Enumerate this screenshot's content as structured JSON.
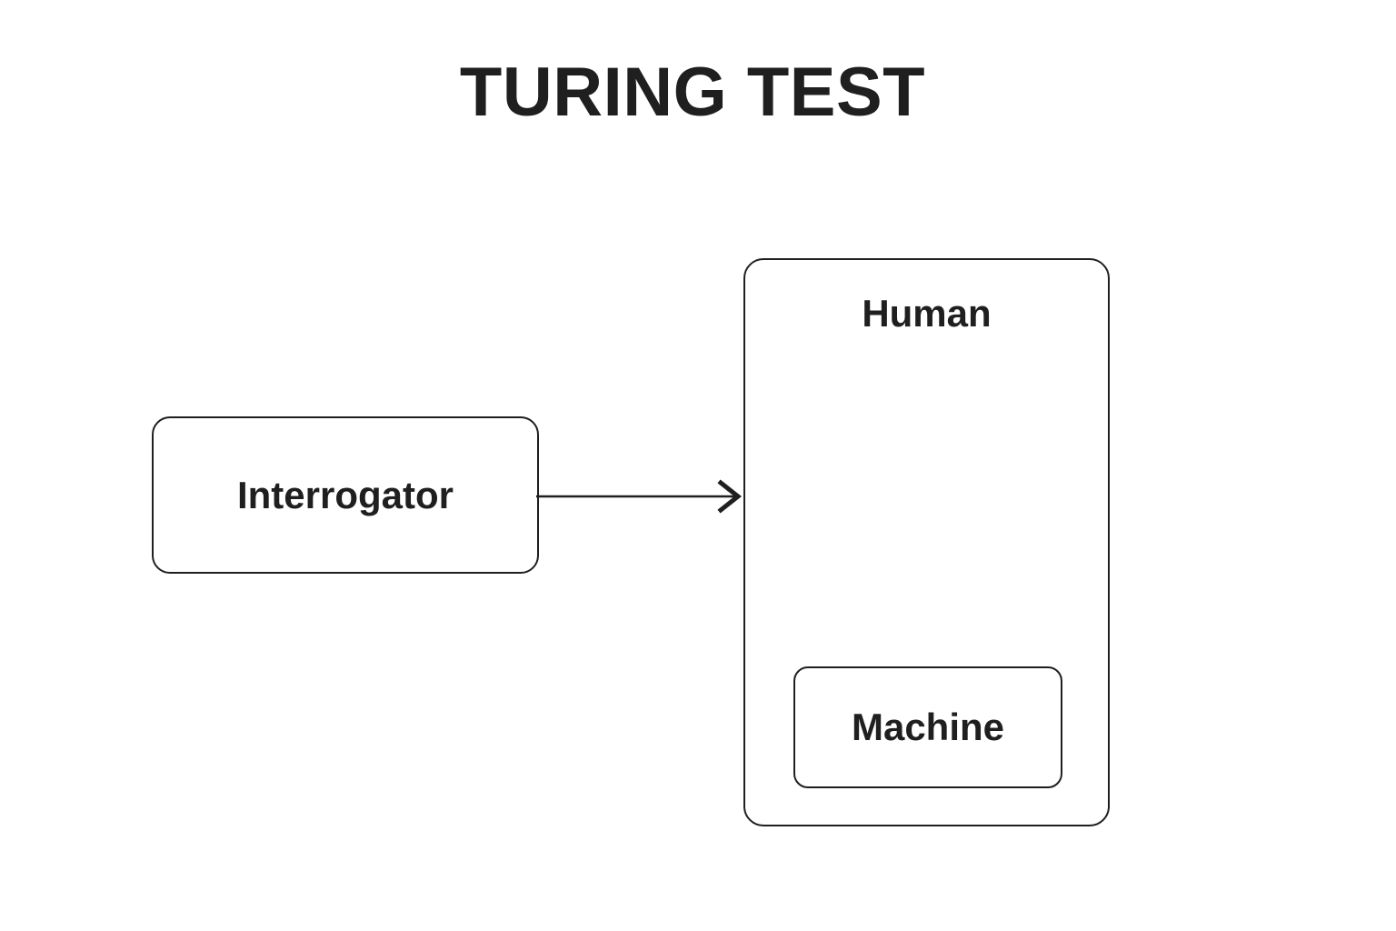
{
  "diagram": {
    "title": "TURING TEST",
    "type": "flow-diagram",
    "background_color": "#ffffff",
    "stroke_color": "#1f1f1f",
    "text_color": "#1f1f1f",
    "nodes": [
      {
        "id": "interrogator",
        "label": "Interrogator",
        "shape": "rounded-rectangle",
        "fill": "#ffffff",
        "border_color": "#1f1f1f"
      },
      {
        "id": "human",
        "label": "Human",
        "shape": "rounded-rectangle",
        "fill": "#ffffff",
        "border_color": "#1f1f1f",
        "label_position": "top-center",
        "contains": [
          "machine"
        ]
      },
      {
        "id": "machine",
        "label": "Machine",
        "shape": "rounded-rectangle",
        "fill": "#ffffff",
        "border_color": "#1f1f1f",
        "parent": "human"
      }
    ],
    "edges": [
      {
        "id": "interrogator-to-human",
        "from": "interrogator",
        "to": "human",
        "label": "",
        "style": "solid",
        "arrowhead": "open-chevron",
        "direction": "right",
        "color": "#1f1f1f"
      }
    ]
  }
}
